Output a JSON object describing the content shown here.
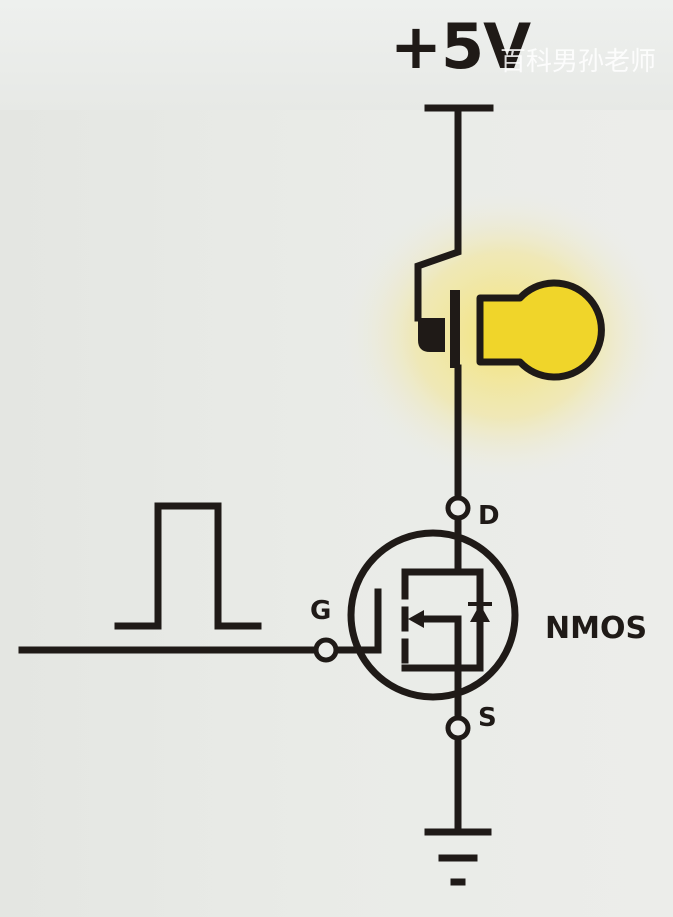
{
  "supply": {
    "label": "+5V"
  },
  "watermark": {
    "text": "百科男孙老师"
  },
  "mosfet": {
    "type_label": "NMOS",
    "pins": {
      "drain": "D",
      "gate": "G",
      "source": "S"
    }
  },
  "lamp": {
    "state": "on",
    "color": "#f0d52a",
    "glow_color": "#f2e06a"
  },
  "input_signal": {
    "shape": "single-pulse"
  },
  "colors": {
    "wire": "#1f1a17"
  }
}
